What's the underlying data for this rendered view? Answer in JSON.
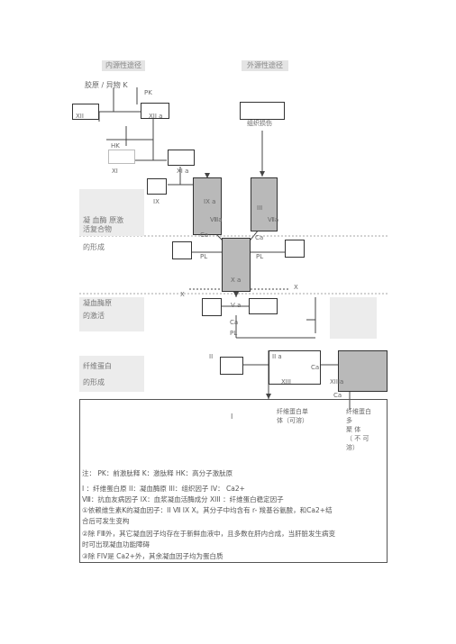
{
  "headers": {
    "intrinsic": "内源性途径",
    "extrinsic": "外源性途径"
  },
  "nodes": {
    "collagen": "胶原 / 异物  K",
    "pk": "PK",
    "xii": "XII",
    "xiia": "XII a",
    "hk": "HK",
    "xi": "XI",
    "xia": "XI a",
    "ix": "IX",
    "ixa": "IX a",
    "viiia": "Ⅷa",
    "ca1": "Ca",
    "iii": "III",
    "tissue": "组织损伤",
    "viia": "Ⅶa",
    "ca2": "Ca",
    "pl1": "PL",
    "pl2": "PL",
    "xa": "X a",
    "x_left": "X",
    "x_right": "X",
    "va": "V a",
    "ca3": "Ca",
    "pl3": "PL",
    "ii": "II",
    "iia": "II a",
    "ca4": "Ca",
    "xiii": "XIII",
    "xiiia": "XIIIa",
    "ca5": "Ca",
    "i": "I"
  },
  "stages": {
    "stage1": [
      "凝 血酶 原激",
      "活复合物",
      "",
      "的形成"
    ],
    "stage2": [
      "凝血酶原",
      "的激活"
    ],
    "stage3": [
      "纤维蛋白",
      "",
      "的形成"
    ]
  },
  "fibrin": {
    "monomer": [
      "纤维蛋白单",
      "体（可溶）"
    ],
    "polymer": [
      "纤维蛋白",
      "多",
      "聚 体",
      "（ 不 可",
      "溶）"
    ]
  },
  "notes": [
    "注：     PK：前激肽释      K：激肽释       HK：高分子激肽原",
    "        I ：纤维蛋白原         II：凝血酶原       III：组织因子         IV： Ca2+",
    "   Ⅷ：抗血友病因子      IX：血浆凝血活酶成分           XIII        ：纤维蛋白稳定因子",
    "①依赖维生素K的凝血因子：II    Ⅶ   IX   X。其分子中均含有    r- 羧基谷氨酸，和Ca2+结",
    "   合后可发生变构",
    "②除   FⅢ外，其它凝血因子均存在于新鲜血液中，且多数在肝内合成，当肝脏发生病变",
    "   时可出现凝血功能障碍",
    "③除   FIV是   Ca2+外，其余凝血因子均为蛋白质"
  ]
}
